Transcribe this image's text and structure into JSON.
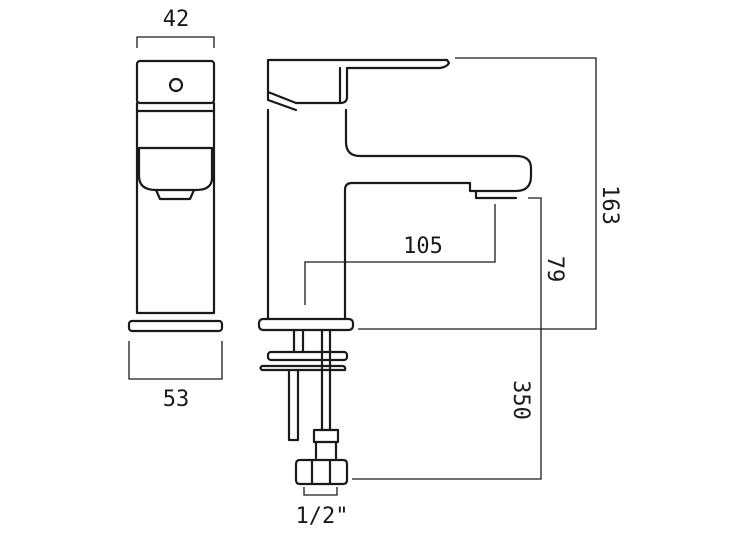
{
  "dimensions": {
    "top_width": "42",
    "base_width": "53",
    "spout_reach": "105",
    "spout_height": "79",
    "total_height": "163",
    "hose_length": "350",
    "connection": "1/2\""
  }
}
